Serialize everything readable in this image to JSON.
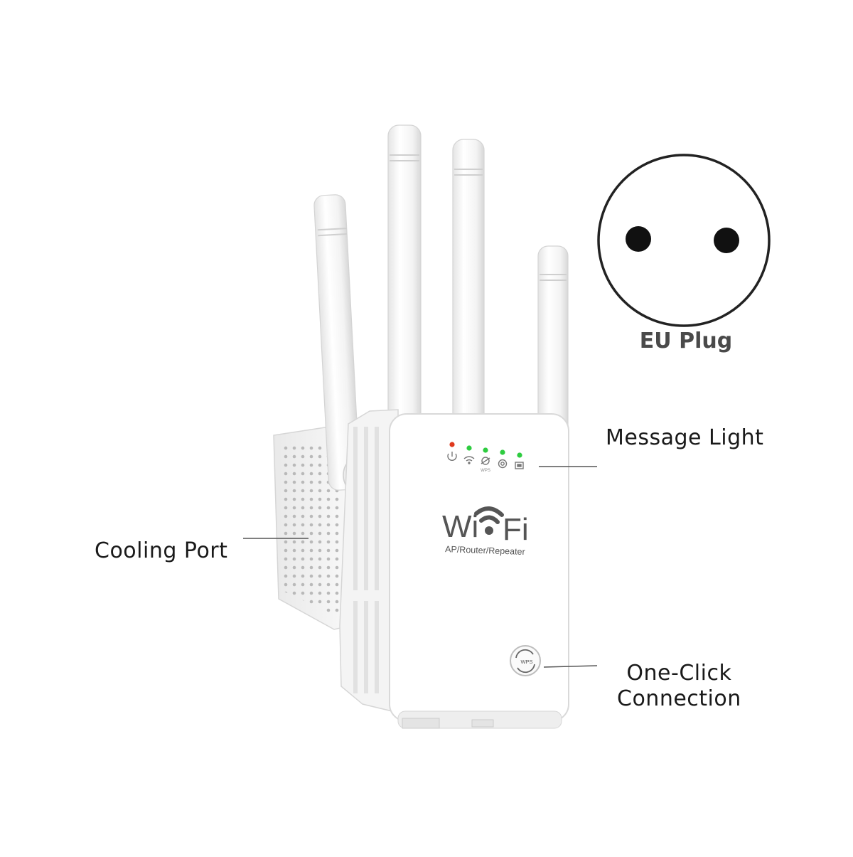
{
  "callouts": {
    "message_light": "Message Light",
    "cooling_port": "Cooling Port",
    "one_click_line1": "One-Click",
    "one_click_line2": "Connection"
  },
  "plug": {
    "caption": "EU Plug"
  },
  "device": {
    "brand_left": "Wi",
    "brand_right": "Fi",
    "subtitle": "AP/Router/Repeater",
    "wps_label": "WPS",
    "indicator_icons": [
      "power-icon",
      "wifi-icon",
      "wps-icon",
      "settings-icon",
      "lan-icon"
    ],
    "led_colors": [
      "#e03a1e",
      "#2ecc40",
      "#2ecc40",
      "#2ecc40",
      "#2ecc40"
    ]
  }
}
